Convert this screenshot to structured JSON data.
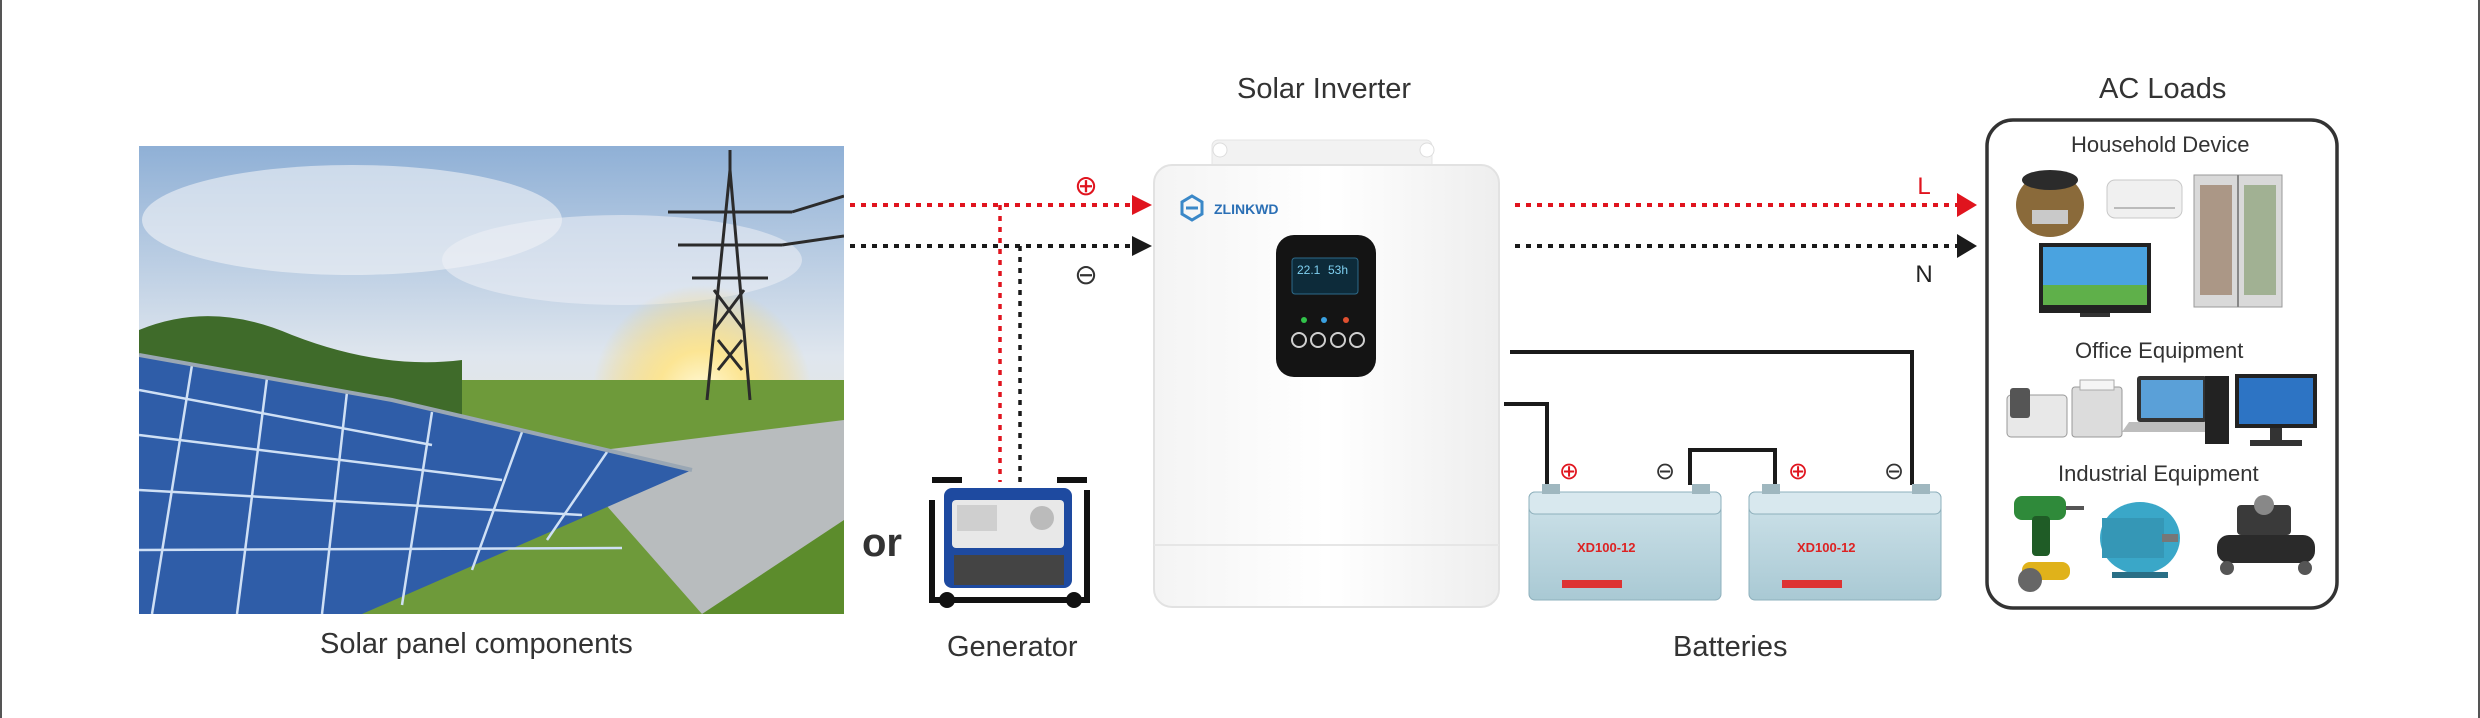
{
  "titles": {
    "inverter": "Solar Inverter",
    "ac_loads": "AC Loads",
    "solar": "Solar panel components",
    "generator": "Generator",
    "batteries": "Batteries"
  },
  "or_text": "or",
  "brand": "ZLINKWD",
  "wire_labels": {
    "pv_plus": "⊕",
    "pv_minus": "⊖",
    "line": "L",
    "neutral": "N",
    "bat1_plus": "⊕",
    "bat1_minus": "⊖",
    "bat2_plus": "⊕",
    "bat2_minus": "⊖"
  },
  "battery_model": "XD100-12",
  "lcd": {
    "left": "22.1",
    "right": "53h"
  },
  "ac_loads": {
    "household": "Household Device",
    "office": "Office Equipment",
    "industrial": "Industrial Equipment"
  },
  "colors": {
    "positive": "#e0141e",
    "negative": "#1a1a1a",
    "sky": "#a9c3de",
    "panel": "#2f5da8",
    "grass": "#5f8d2c",
    "battery": "#bcd7e0"
  }
}
